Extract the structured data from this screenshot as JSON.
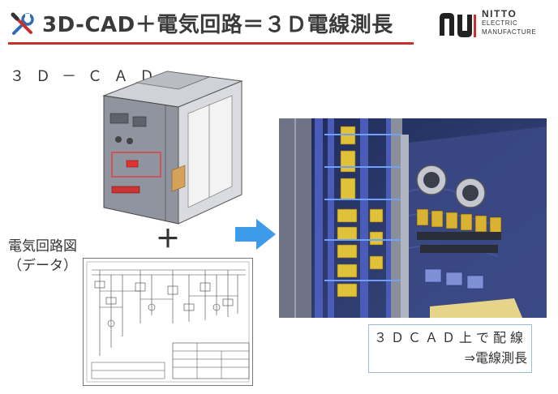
{
  "header": {
    "title": "3D-CAD＋電気回路＝３Ｄ電線測長",
    "icon": "tools-icon"
  },
  "logo": {
    "line1": "NITTO",
    "line2": "ELECTRIC",
    "line3": "MANUFACTURE"
  },
  "left": {
    "cad_label": "３Ｄ－ＣＡＤ",
    "plus": "＋",
    "elec_label_line1": "電気回路図",
    "elec_label_line2": "（データ）"
  },
  "right": {
    "result_line1": "３ＤＣＡＤ上で配線",
    "result_line2": "⇒電線測長"
  },
  "colors": {
    "accent_rule": "#c9302c",
    "arrow": "#3d9be9",
    "render_bg": "#2a3a6e"
  }
}
